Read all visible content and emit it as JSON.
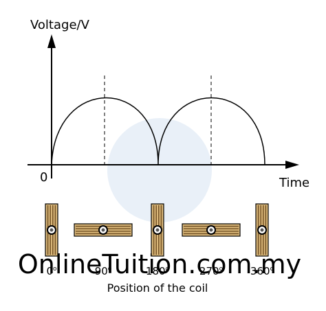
{
  "diagram": {
    "y_axis_label": "Voltage/V",
    "x_axis_label": "Time",
    "origin_label": "0",
    "caption": "Position of the coil",
    "coil_positions": [
      {
        "label": "0o",
        "orientation": "vertical"
      },
      {
        "label": "90o",
        "orientation": "horizontal"
      },
      {
        "label": "180o",
        "orientation": "vertical"
      },
      {
        "label": "270o",
        "orientation": "horizontal"
      },
      {
        "label": "360o",
        "orientation": "vertical"
      }
    ],
    "waveform": "rectified half-sine peaks at 90 and 270 degrees, zero at 0, 180, 360"
  },
  "watermark": {
    "text": "OnlineTuition.com.my"
  },
  "colors": {
    "coil_fill": "#d9b77a",
    "coil_stripe": "#6b4a1e",
    "axis": "#000000",
    "watermark": "#dfe9f4"
  }
}
